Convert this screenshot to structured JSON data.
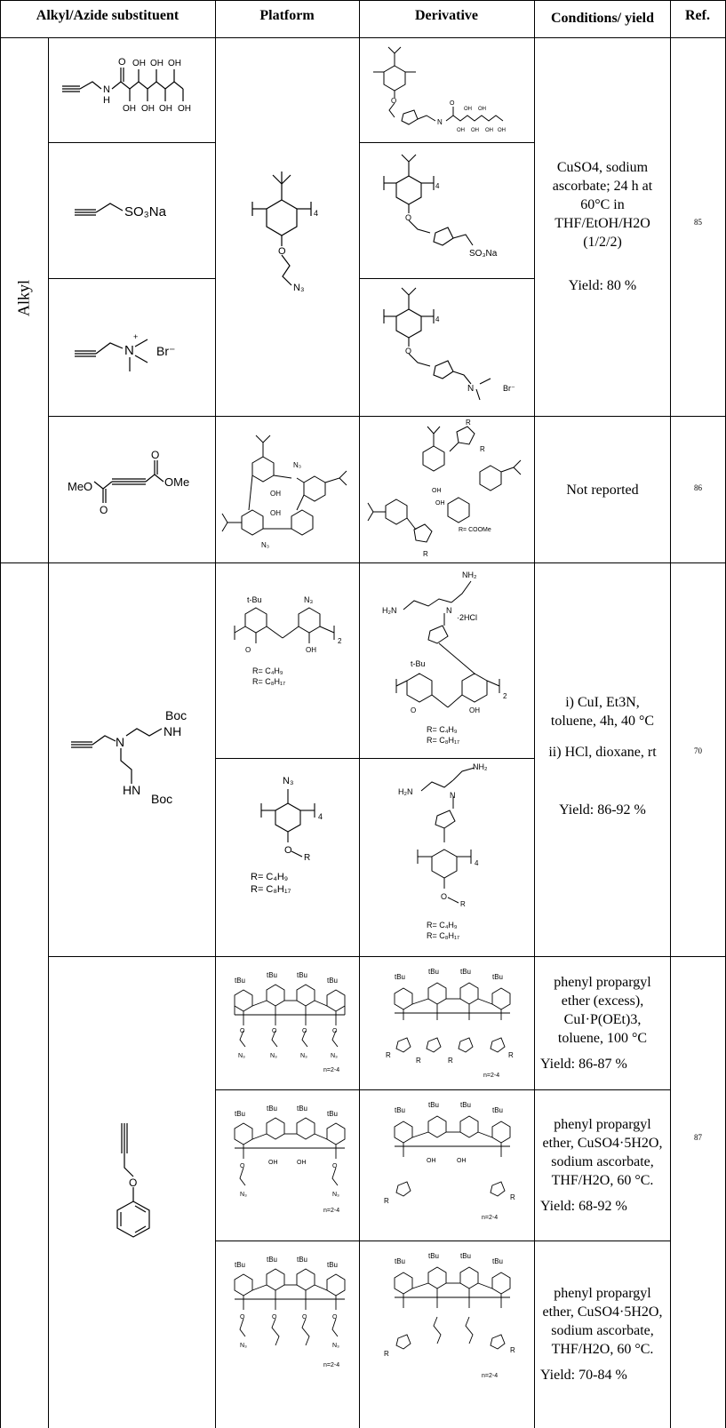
{
  "header": {
    "col1": "Alkyl/Azide substituent",
    "col2": "Platform",
    "col3": "Derivative",
    "col4": "Conditions/ yield",
    "col5": "Ref."
  },
  "groups": {
    "alkyl": "Alkyl"
  },
  "rows": {
    "r1": {
      "conditions": [
        "CuSO4, sodium ascorbate; 24 h at 60°C in THF/EtOH/H2O (1/2/2)",
        "Yield: 80 %"
      ],
      "ref": "85"
    },
    "r2": {
      "conditions": [
        "Not reported"
      ],
      "ref": "86"
    },
    "r3": {
      "conditions": [
        "i) CuI, Et3N, toluene, 4h, 40 °C",
        "ii) HCl, dioxane, rt",
        "Yield: 86-92 %"
      ],
      "ref": "70"
    },
    "r4a": {
      "conditions": [
        "phenyl propargyl ether (excess), CuI·P(OEt)3, toluene, 100 °C",
        "Yield: 86-87 %"
      ]
    },
    "r4b": {
      "conditions": [
        "phenyl propargyl ether, CuSO4·5H2O, sodium ascorbate, THF/H2O, 60 °C.",
        "Yield: 68-92 %"
      ]
    },
    "r4c": {
      "conditions": [
        "phenyl propargyl ether, CuSO4·5H2O, sodium ascorbate, THF/H2O, 60 °C.",
        "Yield: 70-84 %"
      ]
    },
    "r4_ref": "87"
  },
  "structure_labels": {
    "amide_oh": "OH",
    "amide_nh": "N",
    "amide_h": "H",
    "amide_o": "O",
    "so3na": "SO₃Na",
    "n_plus": "N",
    "br": "Br⁻",
    "n3": "N₃",
    "subscript_4": "4",
    "o": "O",
    "meo": "MeO",
    "ome": "OMe",
    "r_coome": "R= COOMe",
    "tbu": "t-Bu",
    "r_c4": "R= C₄H₉",
    "r_c8": "R= C₈H₁₇",
    "boc": "Boc",
    "nh": "NH",
    "hn": "HN",
    "n": "N",
    "nh2": "NH₂",
    "h2n": "H₂N",
    "hcl": "·2HCl",
    "oh": "OH",
    "r": "R",
    "n_range": "n=2-4",
    "tbu_short": "tBu",
    "subscript_2": "2"
  }
}
